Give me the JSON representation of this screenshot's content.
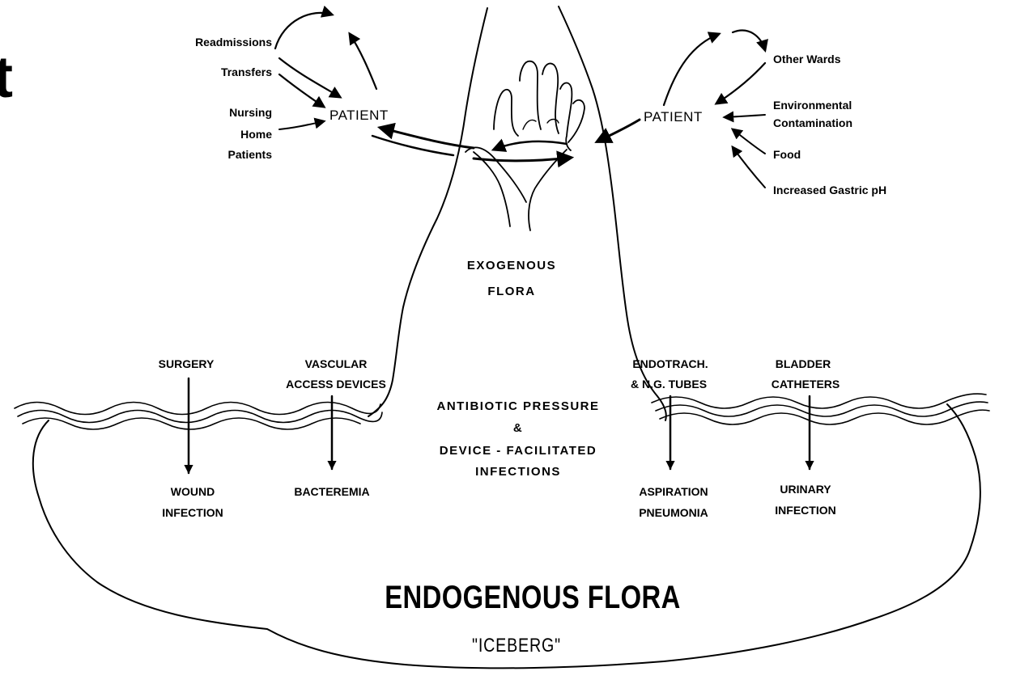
{
  "edge_glyph": "t",
  "left_cluster": {
    "patient": "PATIENT",
    "sources": [
      "Readmissions",
      "Transfers",
      "Nursing",
      "Home",
      "Patients"
    ]
  },
  "right_cluster": {
    "patient": "PATIENT",
    "sources": [
      "Other Wards",
      "Environmental",
      "Contamination",
      "Food",
      "Increased Gastric pH"
    ]
  },
  "peak_label": [
    "EXOGENOUS",
    "FLORA"
  ],
  "center_label": [
    "ANTIBIOTIC PRESSURE",
    "&",
    "DEVICE - FACILITATED",
    "INFECTIONS"
  ],
  "routes": [
    {
      "device": [
        "SURGERY"
      ],
      "outcome": [
        "WOUND",
        "INFECTION"
      ]
    },
    {
      "device": [
        "VASCULAR",
        "ACCESS DEVICES"
      ],
      "outcome": [
        "BACTEREMIA"
      ]
    },
    {
      "device": [
        "ENDOTRACH.",
        "& N.G. TUBES"
      ],
      "outcome": [
        "ASPIRATION",
        "PNEUMONIA"
      ]
    },
    {
      "device": [
        "BLADDER",
        "CATHETERS"
      ],
      "outcome": [
        "URINARY",
        "INFECTION"
      ]
    }
  ],
  "base_label": "ENDOGENOUS FLORA",
  "base_sublabel": "\"ICEBERG\""
}
